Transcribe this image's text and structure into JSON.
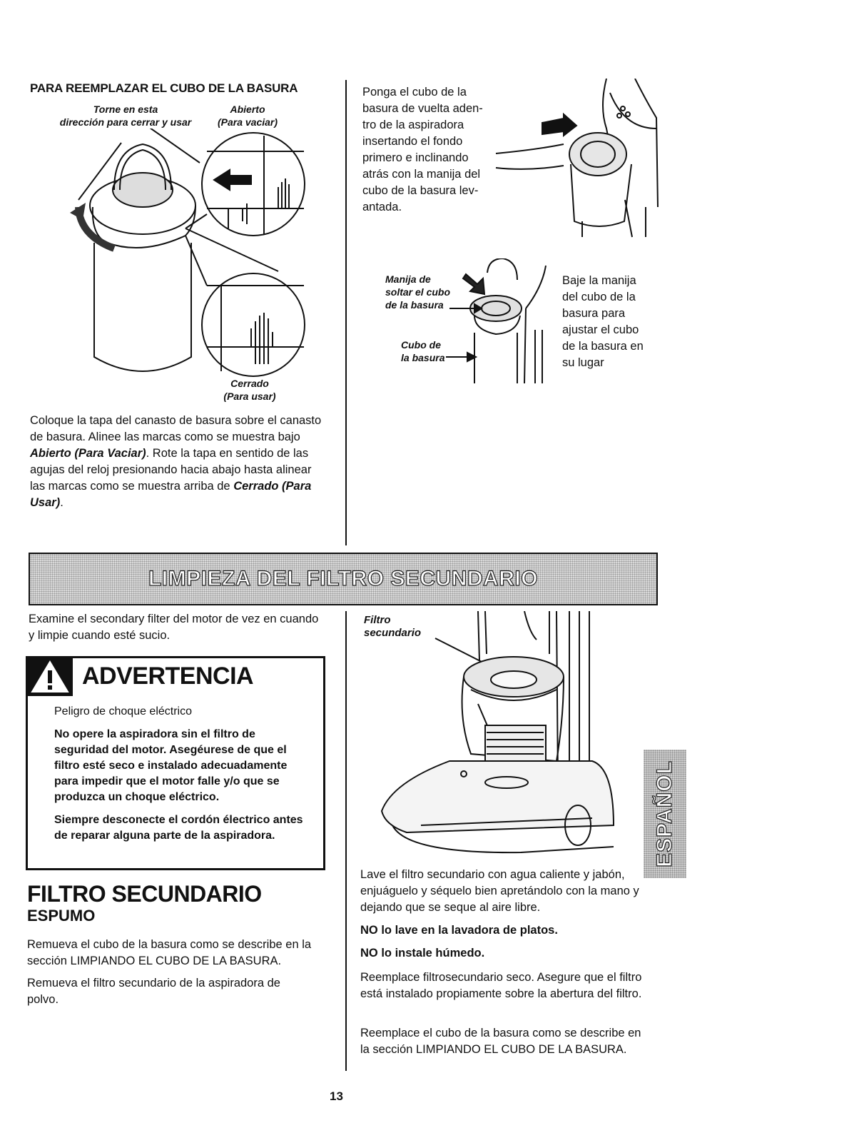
{
  "left_top": {
    "heading": "PARA REEMPLAZAR EL CUBO DE LA BASURA",
    "label_turn_line1": "Torne en esta",
    "label_turn_line2": "dirección para cerrar y usar",
    "label_open_line1": "Abierto",
    "label_open_line2": "(Para vaciar)",
    "label_closed_line1": "Cerrado",
    "label_closed_line2": "(Para usar)",
    "para_part1": "Coloque la tapa del canasto de basura sobre el canasto de basura. Alinee las marcas como se muestra bajo ",
    "para_em1": "Abierto (Para Vaciar)",
    "para_part2": ". Rote la tapa en sentido de las agujas del reloj presionando hacia abajo hasta alinear las marcas como se muestra arriba de ",
    "para_em2": "Cerrado (Para Usar)",
    "para_part3": "."
  },
  "right_top": {
    "para1_lines": [
      "Ponga el cubo de la",
      "basura de vuelta aden-",
      "tro de la aspiradora",
      "insertando el fondo",
      "primero e inclinando",
      "atrás con la manija del",
      "cubo de la basura lev-",
      "antada."
    ],
    "label_release_lines": [
      "Manija de",
      "soltar el cubo",
      "de la basura"
    ],
    "label_bin_lines": [
      "Cubo de",
      "la basura"
    ],
    "para2_lines": [
      "Baje la manija",
      "del cubo de la",
      "basura para",
      "ajustar el cubo",
      "de la basura en",
      "su lugar"
    ]
  },
  "banner": {
    "title": "LIMPIEZA DEL FILTRO SECUNDARIO"
  },
  "left_bottom": {
    "intro": "Examine el secondary filter del motor de vez en cuando y limpie cuando esté sucio.",
    "warning_title": "ADVERTENCIA",
    "warning_sub": "Peligro de choque eléctrico",
    "warning_p1": "No opere la aspiradora sin el filtro de seguridad del motor. Asegéurese de que el filtro esté seco e instalado adecuadamente para impedir que el motor falle y/o que se produzca un choque eléctrico.",
    "warning_p2": "Siempre desconecte el cordón électrico antes de reparar alguna parte de la aspiradora.",
    "section_title": "FILTRO SECUNDARIO",
    "section_sub": "ESPUMO",
    "p1": "Remueva el cubo de la basura como se describe en la sección LIMPIANDO EL CUBO DE LA BASURA.",
    "p2": "Remueva el filtro secundario de la aspiradora de polvo."
  },
  "right_bottom": {
    "label_filter_line1": "Filtro",
    "label_filter_line2": "secundario",
    "p1": "Lave el filtro secundario con agua caliente y jabón, enjuáguelo y séquelo bien apretándolo con la mano y dejando que se seque al aire libre.",
    "p2": "NO lo lave en la lavadora de platos.",
    "p3": "NO lo instale húmedo.",
    "p4": "Reemplace filtrosecundario seco. Asegure que el filtro está instalado propiamente sobre la abertura del filtro.",
    "p5": "Reemplace el cubo de la basura como se describe en la sección LIMPIANDO EL CUBO DE LA BASURA."
  },
  "side_tab": {
    "label": "ESPAÑOL"
  },
  "page_number": "13"
}
